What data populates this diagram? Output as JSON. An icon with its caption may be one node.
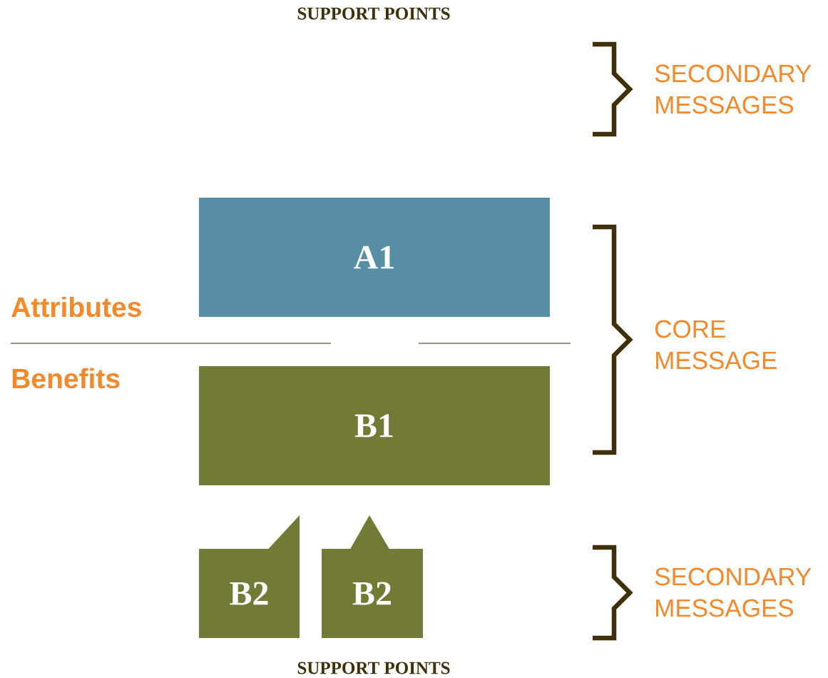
{
  "diagram": {
    "nodes": [
      {
        "text": [
          "A1"
        ]
      },
      {
        "text": [
          "B1"
        ]
      },
      {
        "text": [
          "B2"
        ]
      },
      {
        "text": [
          "B2"
        ]
      }
    ],
    "labels": [
      "SUPPORT POINTS",
      "SECONDARY MESSAGES",
      "Attributes",
      "CORE MESSAGE",
      "Benefits",
      "SECONDARY MESSAGES",
      "SUPPORT POINTS"
    ]
  }
}
